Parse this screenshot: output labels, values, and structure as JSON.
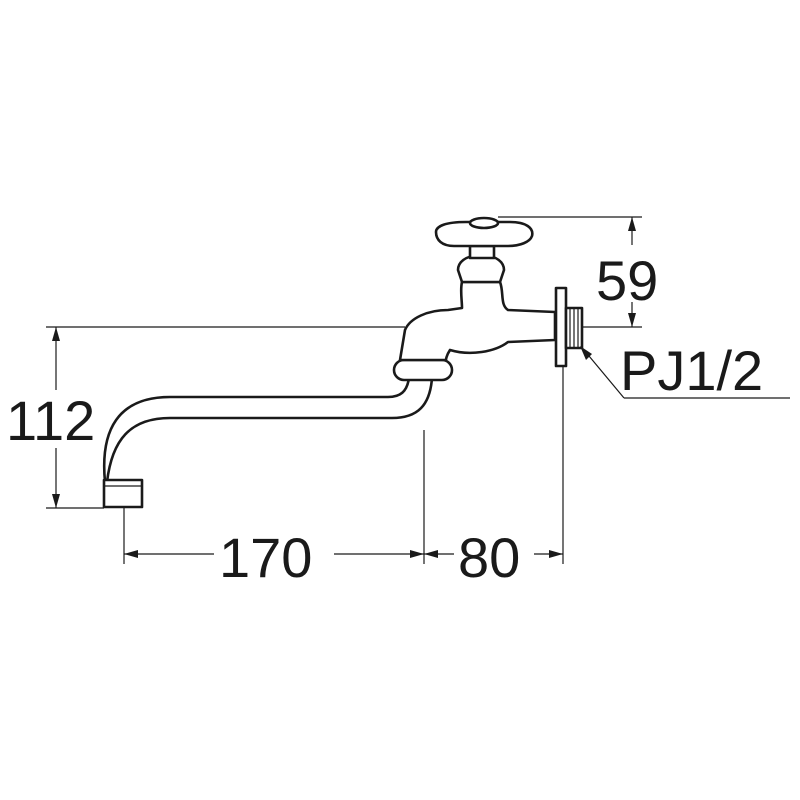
{
  "figure": {
    "dimensions": {
      "overall_height": "112",
      "handle_height": "59",
      "spout_reach": "170",
      "wall_offset": "80"
    },
    "connection_label": "PJ1/2",
    "line_color": "#1a1a1a",
    "background_color": "#ffffff"
  }
}
